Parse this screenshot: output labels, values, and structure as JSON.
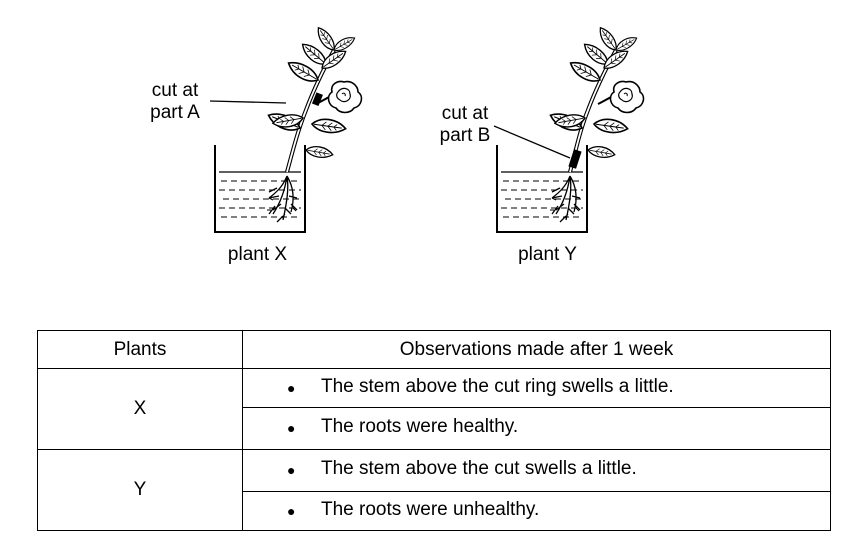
{
  "figure": {
    "plant_x": {
      "cut_label_line1": "cut at",
      "cut_label_line2": "part A",
      "caption": "plant X"
    },
    "plant_y": {
      "cut_label_line1": "cut at",
      "cut_label_line2": "part B",
      "caption": "plant Y"
    }
  },
  "table": {
    "headers": [
      "Plants",
      "Observations made after 1 week"
    ],
    "rows": [
      {
        "plant": "X",
        "observations": [
          "The stem above the cut ring swells a little.",
          "The roots were healthy."
        ]
      },
      {
        "plant": "Y",
        "observations": [
          "The stem above the cut swells a little.",
          "The roots were unhealthy."
        ]
      }
    ],
    "bullet": "●"
  }
}
